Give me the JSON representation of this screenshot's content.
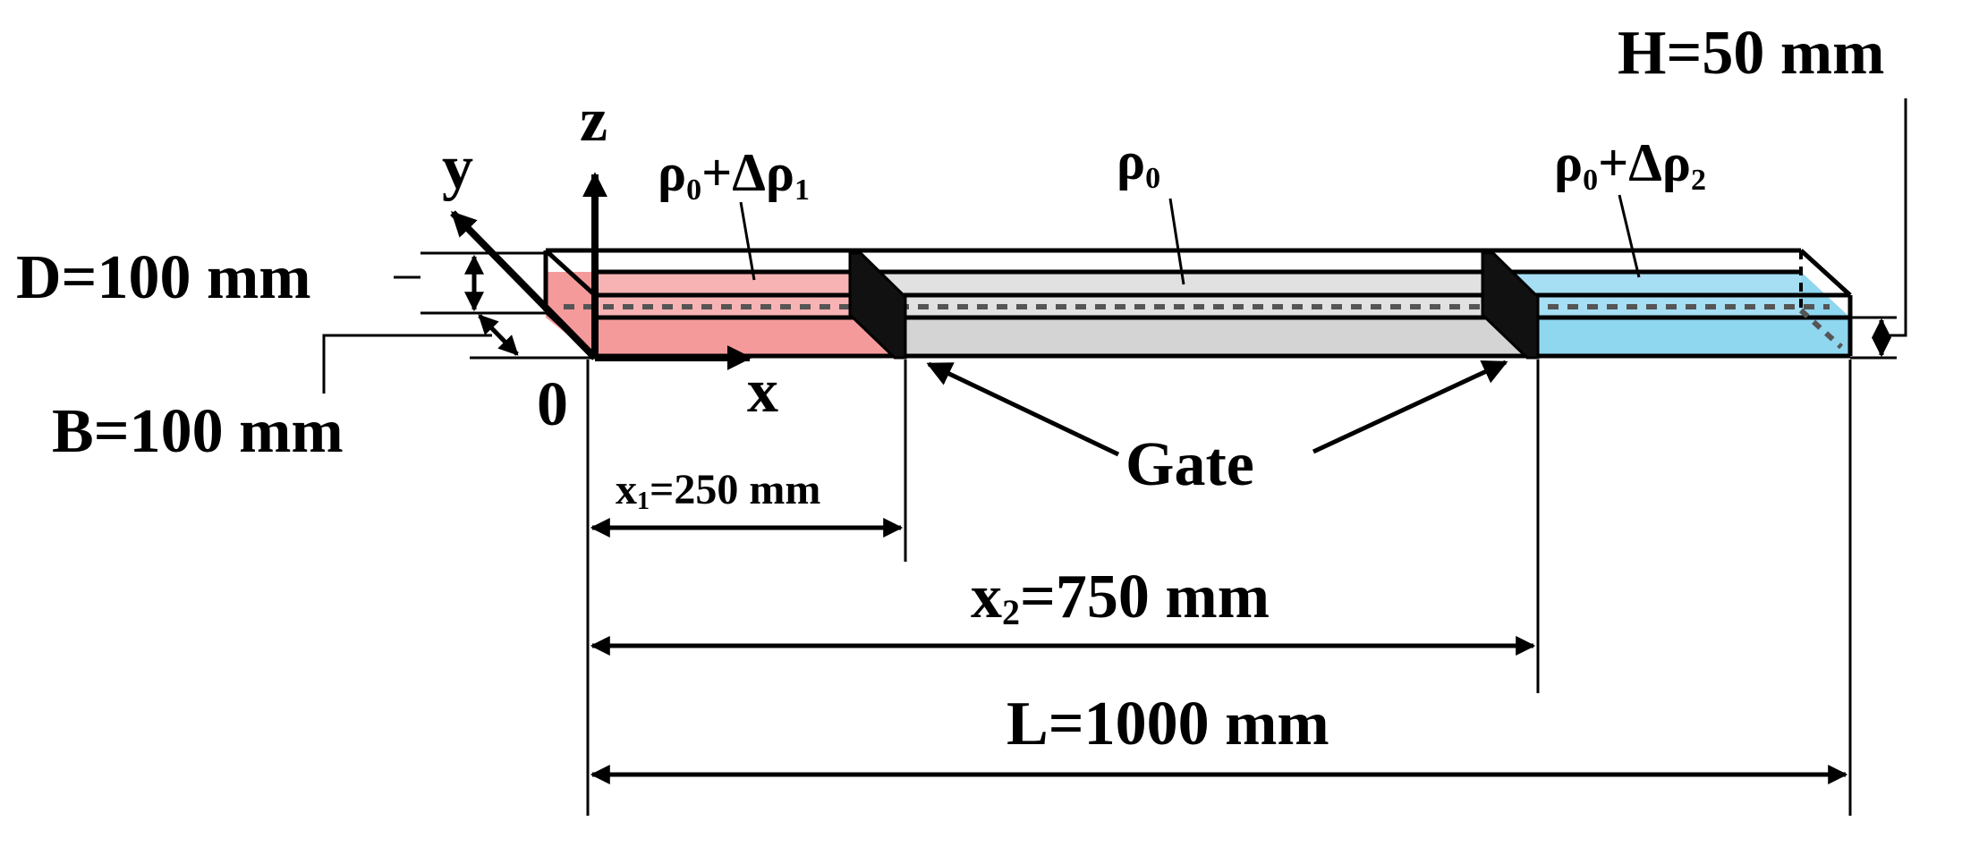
{
  "labels": {
    "height": "H=50 mm",
    "depth": "D=100 mm",
    "width": "B=100 mm",
    "origin": "0",
    "axis_x": "x",
    "axis_y": "y",
    "axis_z": "z",
    "x1": {
      "main": "x",
      "sub": "1",
      "rest": "=250 mm"
    },
    "x2": {
      "main": "x",
      "sub": "2",
      "rest": "=750 mm"
    },
    "length": "L=1000 mm",
    "gate": "Gate"
  },
  "regions": {
    "left": {
      "base": "ρ",
      "base_sub": "0",
      "op": "+Δρ",
      "op_sub": "1",
      "color": "#f49a9a"
    },
    "middle": {
      "base": "ρ",
      "base_sub": "0",
      "color": "#d4d4d4"
    },
    "right": {
      "base": "ρ",
      "base_sub": "0",
      "op": "+Δρ",
      "op_sub": "2",
      "color": "#8fd6ef"
    }
  }
}
